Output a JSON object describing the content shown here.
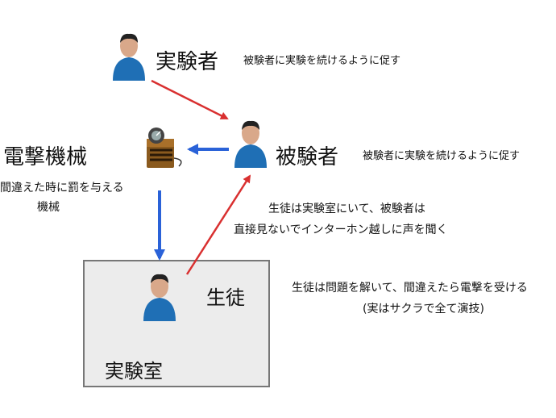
{
  "experimenter": {
    "label": "実験者",
    "note": "被験者に実験を続けるように促す"
  },
  "subject": {
    "label": "被験者",
    "note": "被験者に実験を続けるように促す"
  },
  "shock_machine": {
    "label": "電撃機械",
    "desc_line1": "間違えた時に罰を与える",
    "desc_line2": "機械"
  },
  "student": {
    "label": "生徒"
  },
  "lab": {
    "label": "実験室"
  },
  "note_subject": {
    "line1": "生徒は実験室にいて、被験者は",
    "line2": "直接見ないでインターホン越しに声を聞く"
  },
  "note_student": {
    "line1": "生徒は問題を解いて、間違えたら電撃を受ける",
    "line2": "(実はサクラで全て演技)"
  },
  "colors": {
    "red_arrow": "#d93030",
    "blue_arrow": "#2a62d8",
    "person_shirt": "#1f6fb5"
  }
}
